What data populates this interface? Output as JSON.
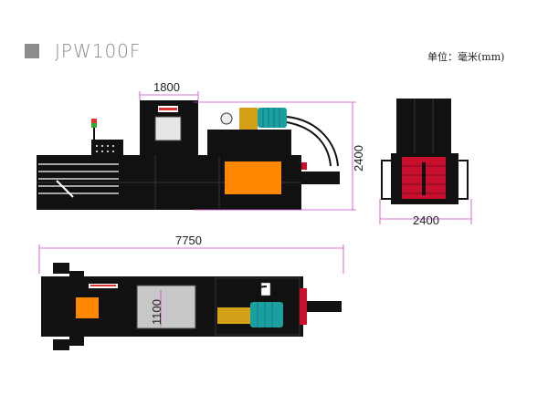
{
  "header": {
    "title": "JPW100F",
    "unit_label": "单位：毫米(mm)"
  },
  "dimensions": {
    "front_width": "1800",
    "front_height": "2400",
    "side_width": "2400",
    "top_length": "7750",
    "top_width": "1100"
  },
  "colors": {
    "machine": "#111111",
    "dimension_line": "#cc44cc",
    "accent_orange": "#ff8800",
    "motor_teal": "#1aa0a0",
    "pump_gold": "#d4a017",
    "window_gray": "#c8c8c8",
    "ram_red": "#c8102e"
  }
}
